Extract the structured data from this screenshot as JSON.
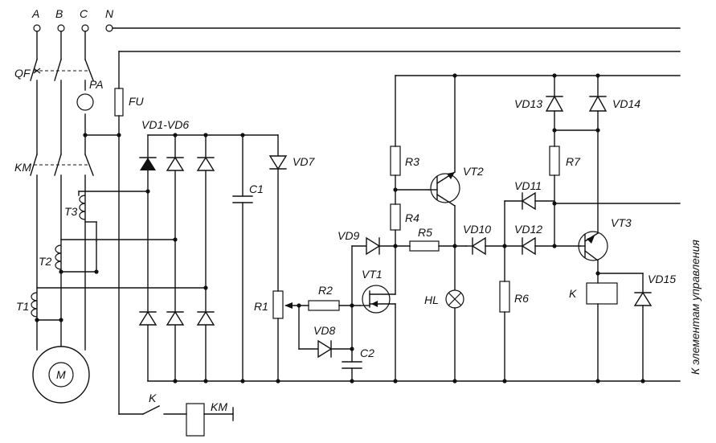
{
  "phases": [
    "A",
    "B",
    "C",
    "N"
  ],
  "labels": {
    "qf": "QF",
    "pa": "PA",
    "fu": "FU",
    "km_switch": "KM",
    "t3": "T3",
    "t2": "T2",
    "t1": "T1",
    "motor": "M",
    "k_contact": "K",
    "km_coil": "KM",
    "vd1_vd6": "VD1-VD6",
    "c1": "C1",
    "vd7": "VD7",
    "r1": "R1",
    "r2": "R2",
    "vd8": "VD8",
    "c2": "C2",
    "vd9": "VD9",
    "vt1": "VT1",
    "r3": "R3",
    "r4": "R4",
    "vt2": "VT2",
    "r5": "R5",
    "hl": "HL",
    "vd10": "VD10",
    "vd11": "VD11",
    "vd12": "VD12",
    "r6": "R6",
    "vd13": "VD13",
    "vd14": "VD14",
    "r7": "R7",
    "vt3": "VT3",
    "k_relay": "K",
    "vd15": "VD15"
  },
  "side_label": "К элементам управления"
}
